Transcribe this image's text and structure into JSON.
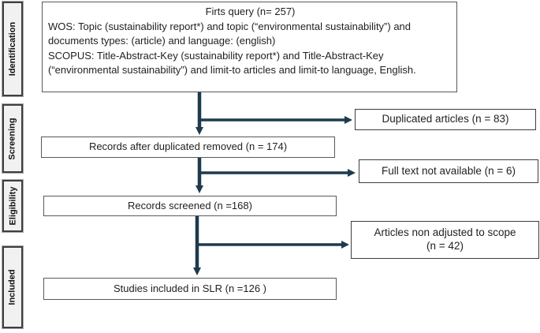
{
  "colors": {
    "arrow": "#1D3A4E",
    "box_border": "#595959",
    "stage_background": "#f1f1f1",
    "stage_border": "#3f3f3f",
    "text": "#1f1f1f"
  },
  "stages": [
    {
      "label": "Identification"
    },
    {
      "label": "Screening"
    },
    {
      "label": "Eligibility"
    },
    {
      "label": "Included"
    }
  ],
  "boxes": {
    "query": {
      "title": "Firts query (n= 257)",
      "lines": [
        "WOS: Topic (sustainability report*) and topic (“environmental sustainability”) and documents types: (article) and language: (english)",
        "SCOPUS: Title-Abstract-Key (sustainability report*) and Title-Abstract-Key (“environmental sustainability”) and limit-to articles and limit-to language, English."
      ]
    },
    "records_after": "Records after duplicated removed (n = 174)",
    "records_screened": "Records screened (n =168)",
    "studies_included": "Studies included in SLR (n =126 )",
    "duplicated": "Duplicated articles (n = 83)",
    "full_text": "Full text not available (n = 6)",
    "non_adjusted": "Articles non adjusted to scope (n = 42)"
  },
  "edges": [
    {
      "from": "query",
      "to": "records_after"
    },
    {
      "from": "query",
      "to": "duplicated"
    },
    {
      "from": "records_after",
      "to": "records_screened"
    },
    {
      "from": "records_after",
      "to": "full_text"
    },
    {
      "from": "records_screened",
      "to": "studies_included"
    },
    {
      "from": "records_screened",
      "to": "non_adjusted"
    }
  ]
}
